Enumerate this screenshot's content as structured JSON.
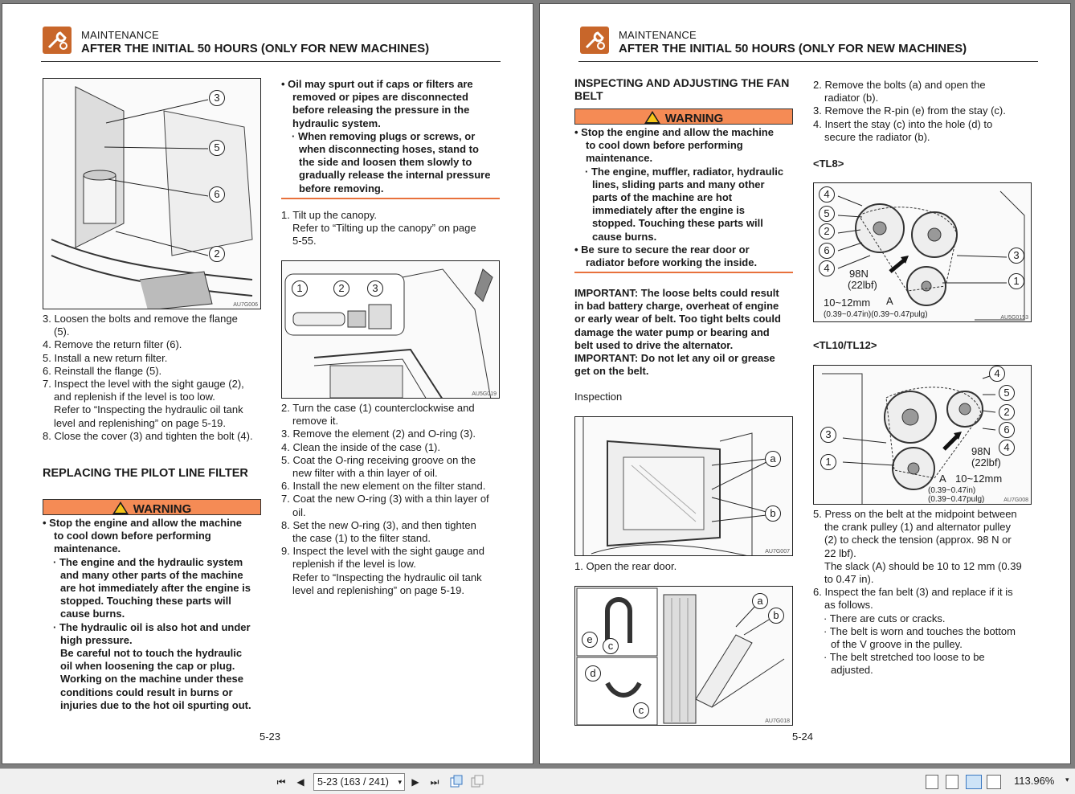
{
  "header": {
    "section": "MAINTENANCE",
    "title": "AFTER THE INITIAL 50 HOURS (ONLY FOR NEW MACHINES)"
  },
  "left": {
    "fig1": {
      "callouts": [
        "3",
        "5",
        "6",
        "2"
      ],
      "code": "AU7G006"
    },
    "steps_a": [
      "3. Loosen the bolts and remove the flange",
      "(5).",
      "4. Remove the return filter (6).",
      "5. Install a new return filter.",
      "6. Reinstall the flange (5).",
      "7. Inspect the level with the sight gauge (2),",
      "and replenish if the level is too low.",
      "Refer to “Inspecting the hydraulic oil tank",
      "level and replenishing” on page 5-19.",
      "8. Close the cover (3) and tighten the bolt (4)."
    ],
    "heading_pilot": "REPLACING THE PILOT LINE FILTER",
    "warning_label": "WARNING",
    "warning1": [
      "• Stop the engine and allow the machine",
      "to cool down before performing",
      "maintenance.",
      "· The engine and the hydraulic system",
      "and many other parts of the machine",
      "are hot immediately after the engine is",
      "stopped. Touching these parts will",
      "cause burns.",
      "· The hydraulic oil is also hot and under",
      "high pressure.",
      "Be careful not to touch the hydraulic",
      "oil when loosening the cap or plug.",
      "Working on the machine under these",
      "conditions could result in burns or",
      "injuries due to the hot oil spurting out."
    ],
    "warning1b": [
      "• Oil may spurt out if caps or filters are",
      "removed or pipes are disconnected",
      "before releasing the pressure in the",
      "hydraulic system.",
      "· When removing plugs or screws, or",
      "when disconnecting hoses, stand to",
      "the side and loosen them slowly to",
      "gradually release the internal pressure",
      "before removing."
    ],
    "steps_b": [
      "1. Tilt up the canopy.",
      "Refer to “Tilting up the canopy” on page",
      "5-55."
    ],
    "fig2": {
      "callouts": [
        "1",
        "2",
        "3"
      ],
      "code": "AU5G019"
    },
    "steps_c": [
      "2. Turn the case (1) counterclockwise and",
      "remove it.",
      "3. Remove the element (2) and O-ring (3).",
      "4. Clean the inside of the case (1).",
      "5. Coat the O-ring receiving groove on the",
      "new filter with a thin layer of oil.",
      "6. Install the new element on the filter stand.",
      "7. Coat the new O-ring (3) with a thin layer of",
      "oil.",
      "8. Set the new O-ring (3), and then tighten",
      "the case (1) to the filter stand.",
      "9. Inspect the level with the sight gauge and",
      "replenish if the level is low.",
      "Refer to “Inspecting the hydraulic oil tank",
      "level and replenishing” on page 5-19."
    ],
    "page_number": "5-23"
  },
  "right": {
    "heading_fan": "INSPECTING AND ADJUSTING THE FAN BELT",
    "warning_label": "WARNING",
    "warning2": [
      "• Stop the engine and allow the machine",
      "to cool down before performing",
      "maintenance.",
      "· The engine, muffler, radiator, hydraulic",
      "lines, sliding parts and many other",
      "parts of the machine are hot",
      "immediately after the engine is",
      "stopped. Touching these parts will",
      "cause burns.",
      "• Be sure to secure the rear door or",
      "radiator before working the inside."
    ],
    "important": [
      "IMPORTANT: The loose belts could result",
      "in bad battery charge, overheat of engine",
      "or early wear of belt. Too tight belts could",
      "damage the water pump or bearing and",
      "belt used to drive the alternator.",
      "IMPORTANT: Do not let any oil or grease",
      "get on the belt."
    ],
    "inspection_label": "Inspection",
    "fig3": {
      "callouts": [
        "a",
        "b"
      ],
      "code": "AU7G007"
    },
    "step_open": "1. Open the rear door.",
    "fig4": {
      "callouts": [
        "a",
        "b",
        "e",
        "c",
        "d",
        "c"
      ],
      "code": "AU7G018"
    },
    "steps_d": [
      "2. Remove the bolts (a) and open the",
      "radiator (b).",
      "3. Remove the R-pin (e) from the stay (c).",
      "4. Insert the stay (c) into the hole (d) to",
      "secure the radiator (b)."
    ],
    "tl8_label": "<TL8>",
    "fig5": {
      "callouts": [
        "4",
        "5",
        "2",
        "6",
        "4",
        "3",
        "1"
      ],
      "force": "98N",
      "force_lbf": "(22lbf)",
      "slack": "10~12mm",
      "slack_unit": "(0.39~0.47in)(0.39~0.47pulg)",
      "a_label": "A",
      "code": "AU5G0153"
    },
    "tl10_label": "<TL10/TL12>",
    "fig6": {
      "callouts": [
        "4",
        "5",
        "2",
        "3",
        "6",
        "1",
        "4"
      ],
      "force": "98N",
      "force_lbf": "(22lbf)",
      "slack": "10~12mm",
      "slack_unit": "(0.39~0.47in)(0.39~0.47pulg)",
      "a_label": "A",
      "code": "AU7G008"
    },
    "steps_e": [
      "5. Press on the belt at the midpoint between",
      "the crank pulley (1) and alternator pulley",
      "(2) to check the tension (approx. 98 N or",
      "22 lbf).",
      "The slack (A) should be 10 to 12 mm (0.39",
      "to 0.47 in).",
      "6. Inspect the fan belt (3) and replace if it is",
      "as follows.",
      "· There are cuts or cracks.",
      "· The belt is worn and touches the bottom",
      "of the V groove in the pulley.",
      "· The belt stretched too loose to be",
      "adjusted."
    ],
    "page_number": "5-24"
  },
  "toolbar": {
    "page_field": "5-23 (163 / 241)",
    "zoom": "113.96%",
    "first_glyph": "⏮",
    "prev_glyph": "◀",
    "next_glyph": "▶",
    "last_glyph": "⏭",
    "dropdown_glyph": "▾"
  }
}
